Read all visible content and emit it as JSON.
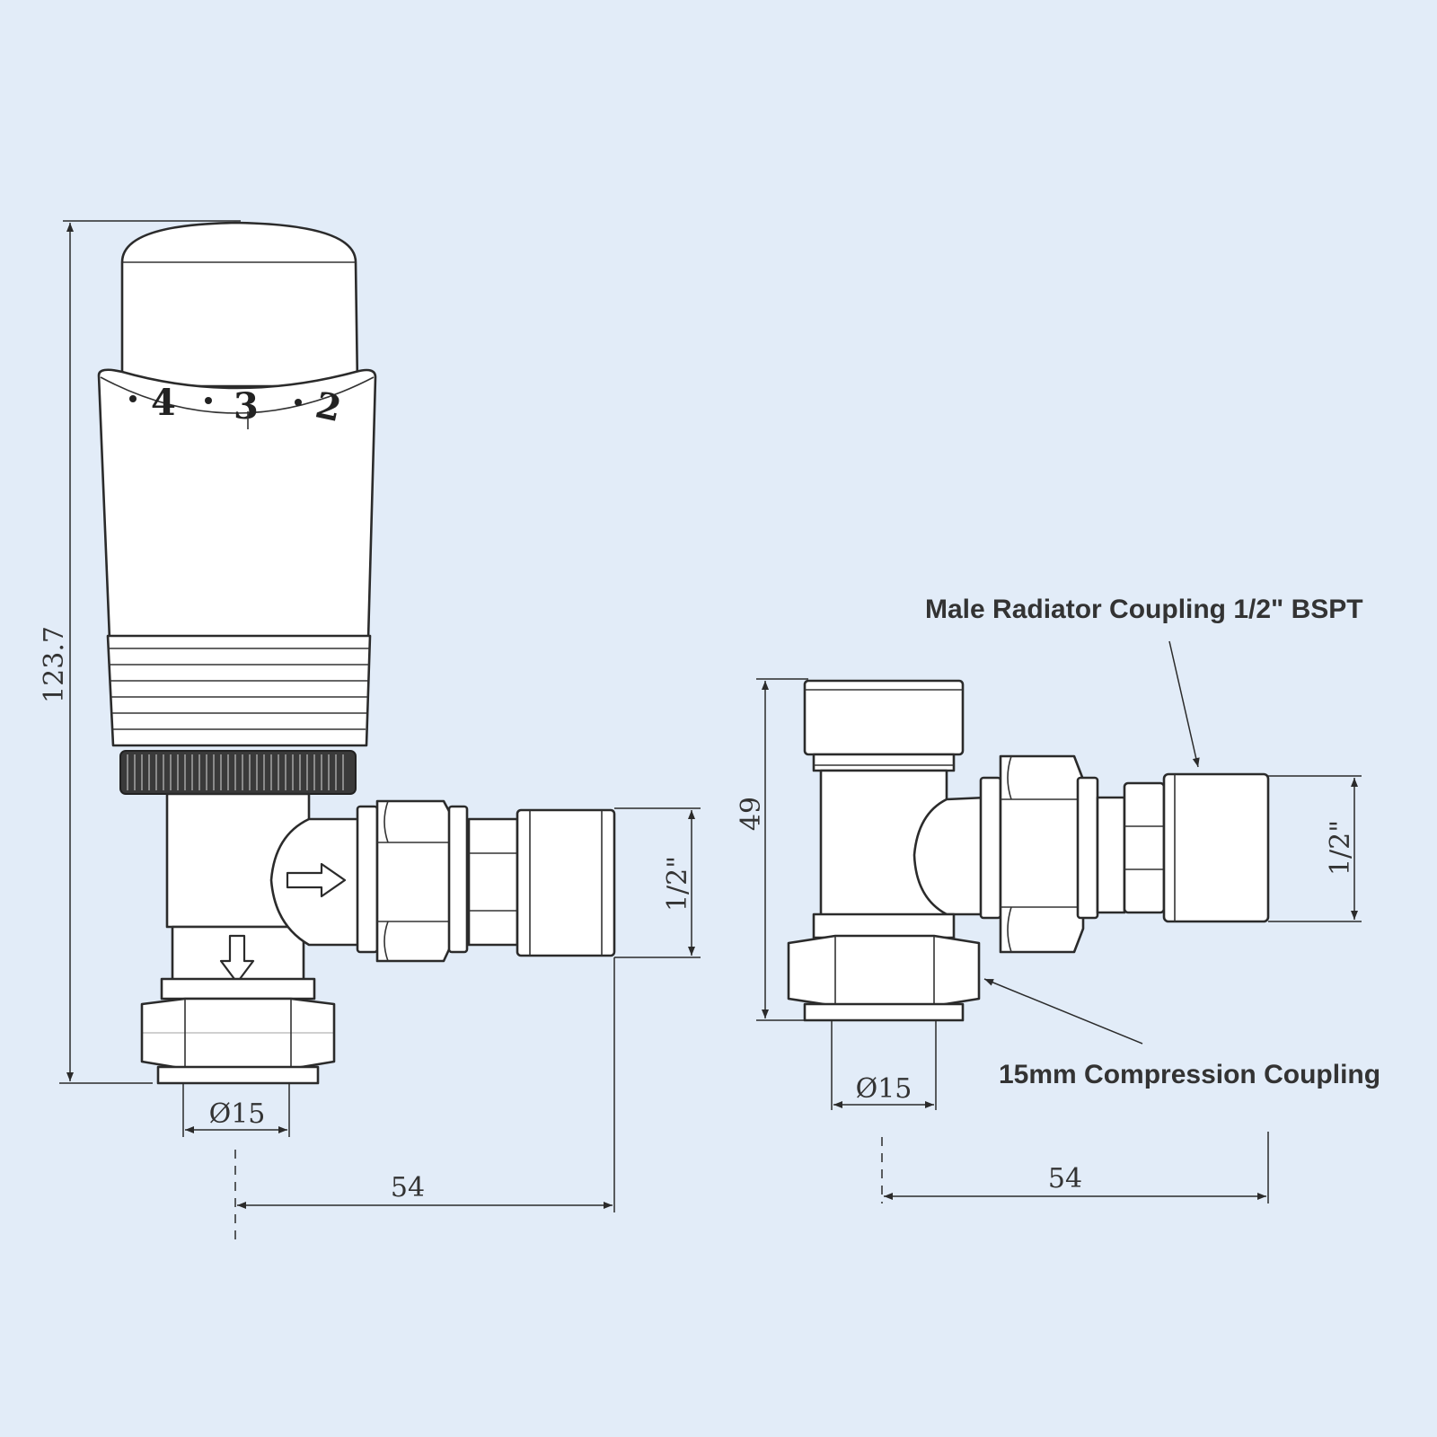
{
  "valve_front": {
    "dial_numbers": [
      "4",
      "3",
      "2"
    ],
    "dim_height": "123.7",
    "dim_thread": "1/2\"",
    "dim_pipe": "Ø15",
    "dim_offset": "54"
  },
  "valve_side": {
    "dim_height": "49",
    "dim_thread": "1/2\"",
    "dim_pipe": "Ø15",
    "dim_offset": "54",
    "label_male_coupling": "Male Radiator Coupling 1/2\" BSPT",
    "label_compression": "15mm Compression Coupling"
  },
  "colors": {
    "background": "#e2ecf8",
    "line": "#2b2b2b",
    "fill": "#ffffff"
  }
}
